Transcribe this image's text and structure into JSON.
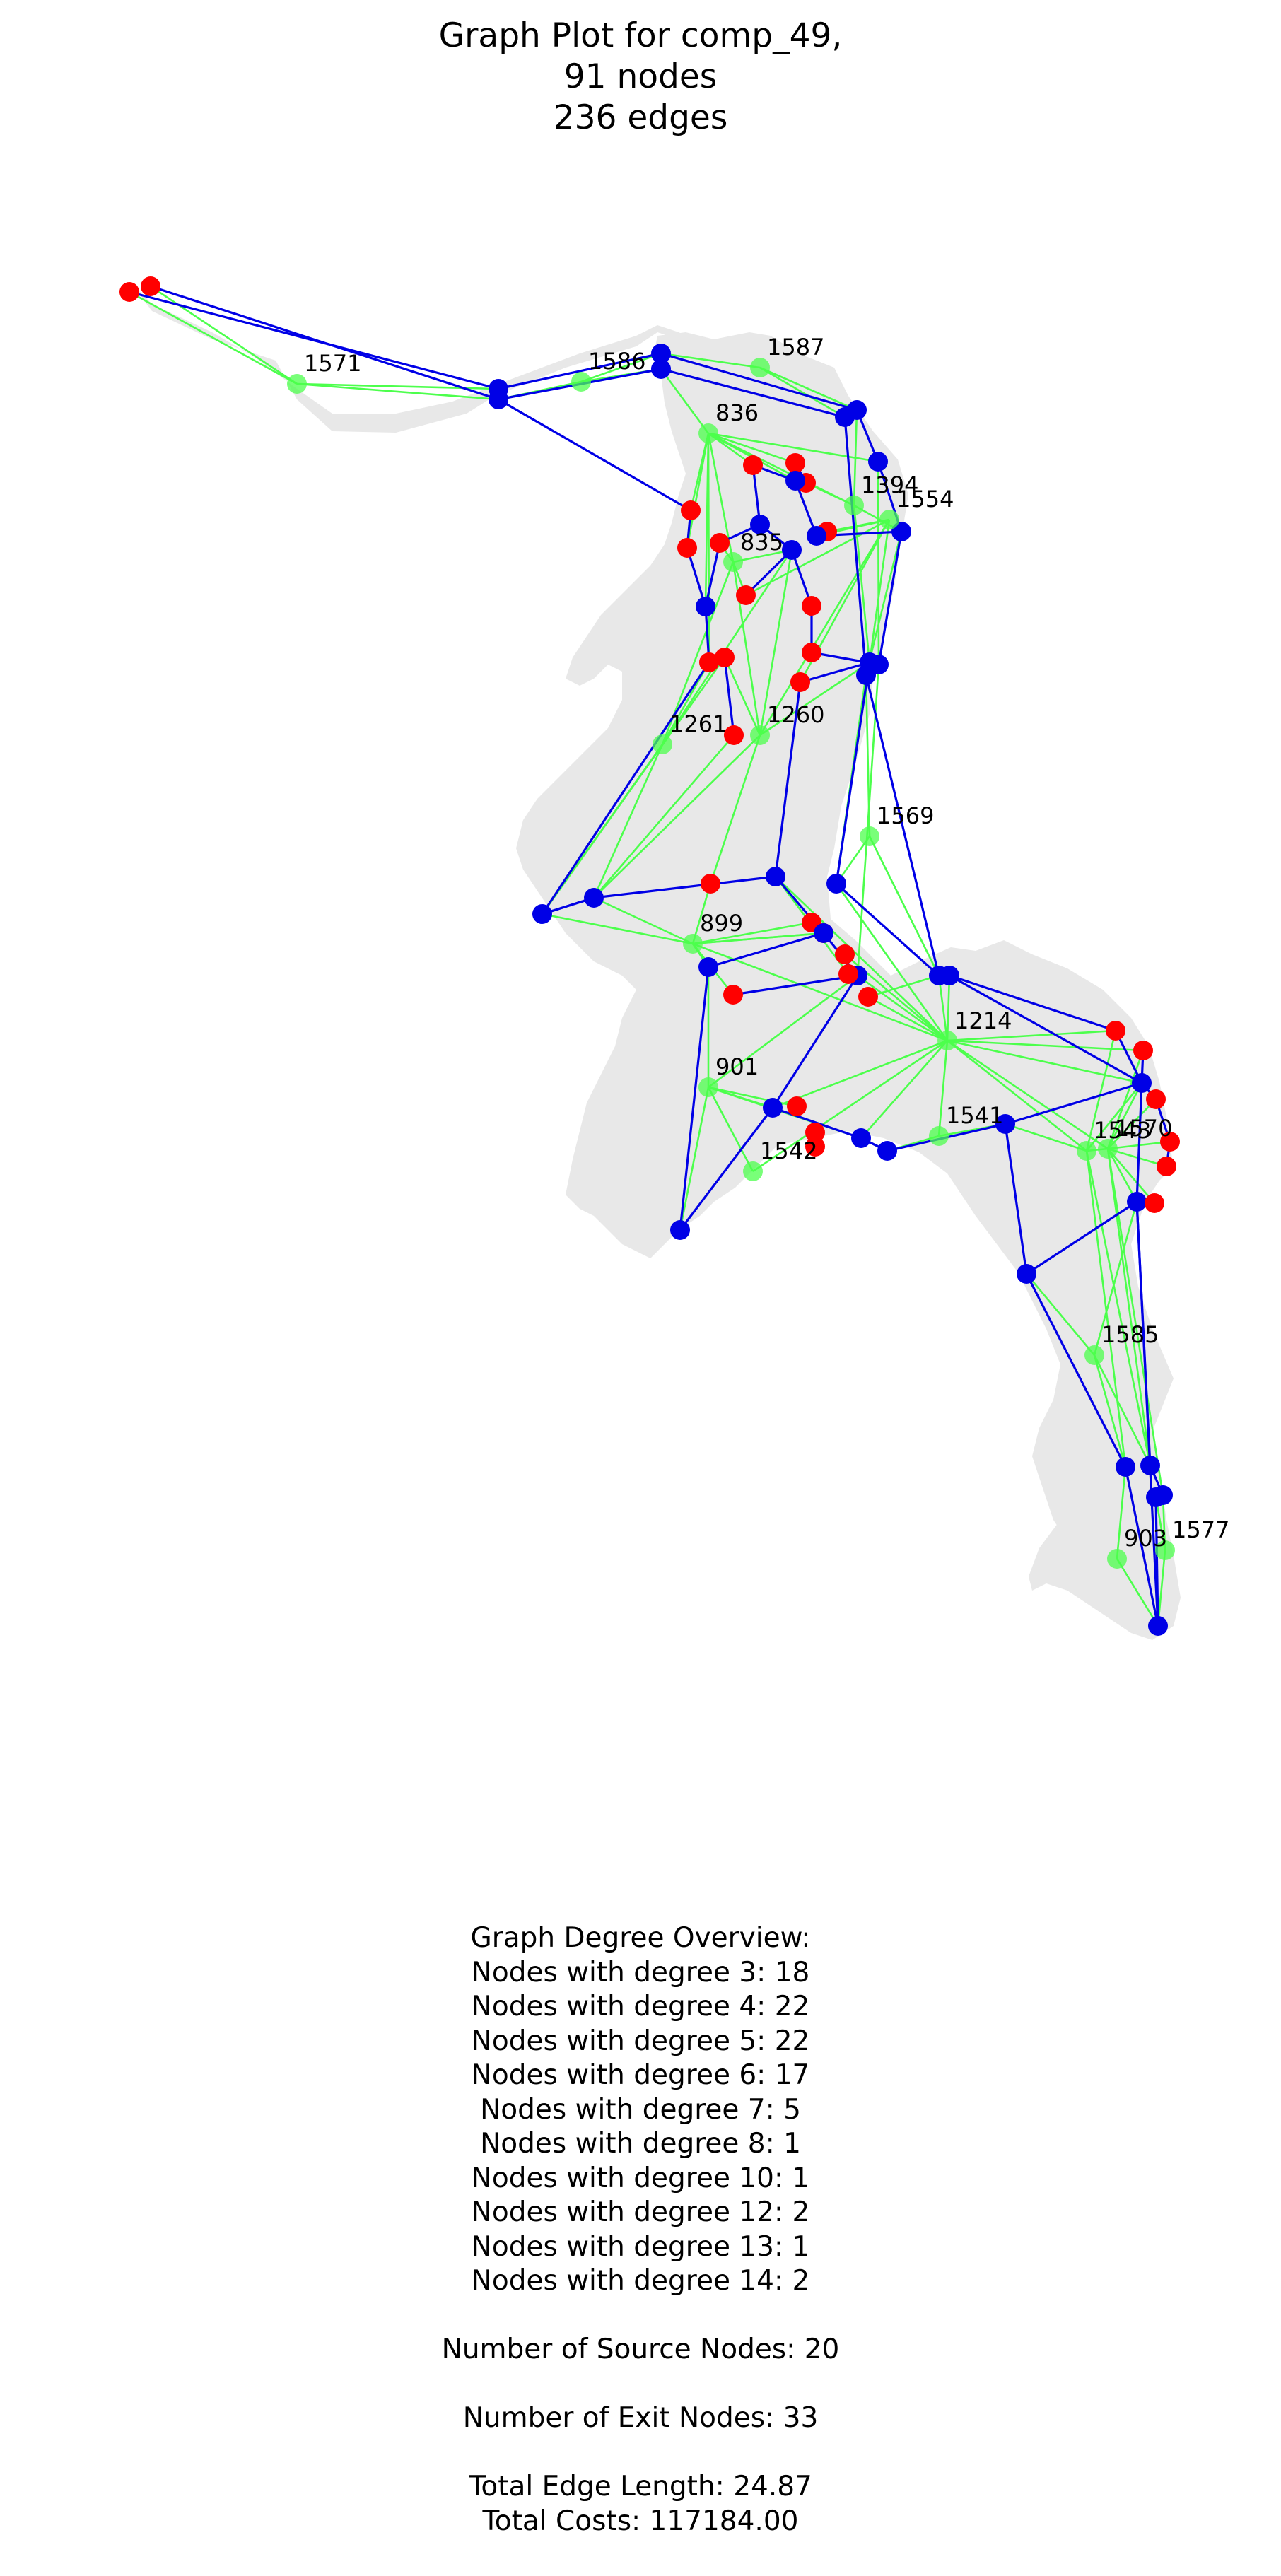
{
  "title": {
    "line1": "Graph Plot for comp_49,",
    "line2": "91 nodes",
    "line3": "236 edges"
  },
  "colors": {
    "source_node": "#ff0000",
    "exit_node": "#0000e6",
    "labeled_node": "#4cff4c",
    "primary_edge": "#0000e6",
    "secondary_edge": "#4cff4c",
    "region_fill": "#e8e8e8"
  },
  "graph": {
    "labels": [
      "1571",
      "1586",
      "1587",
      "836",
      "1394",
      "1554",
      "835",
      "1261",
      "1260",
      "1569",
      "899",
      "1214",
      "901",
      "1541",
      "1542",
      "1543",
      "1570",
      "1585",
      "903",
      "1577"
    ]
  },
  "summary": {
    "heading": "Graph Degree Overview:",
    "degrees": [
      "Nodes with degree 3: 18",
      "Nodes with degree 4: 22",
      "Nodes with degree 5: 22",
      "Nodes with degree 6: 17",
      "Nodes with degree 7: 5",
      "Nodes with degree 8: 1",
      "Nodes with degree 10: 1",
      "Nodes with degree 12: 2",
      "Nodes with degree 13: 1",
      "Nodes with degree 14: 2"
    ],
    "sources": "Number of Source Nodes: 20",
    "exits": "Number of Exit Nodes: 33",
    "length": "Total Edge Length: 24.87",
    "costs": "Total Costs: 117184.00"
  }
}
